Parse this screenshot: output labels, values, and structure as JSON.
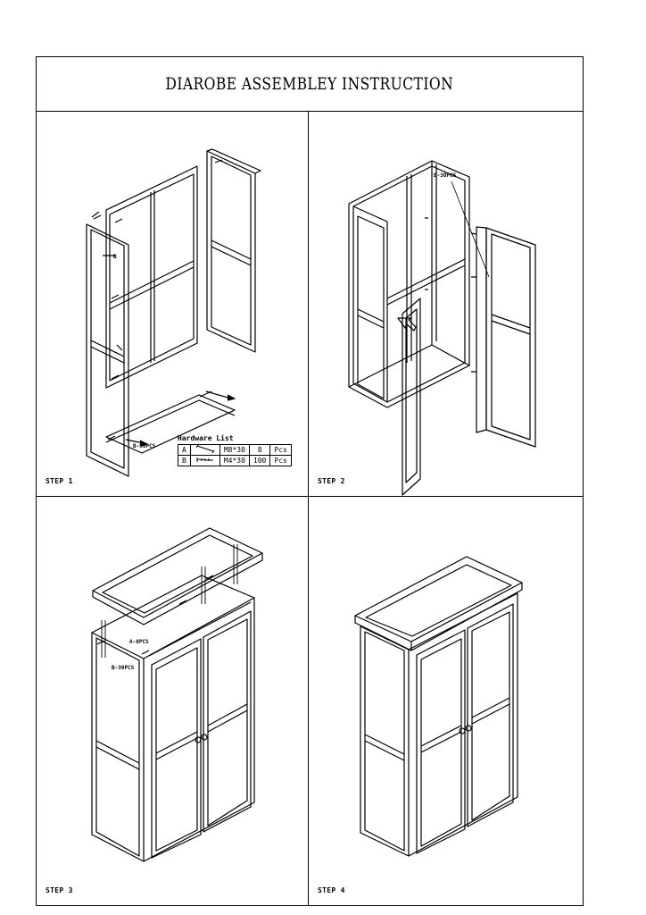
{
  "title": "DIAROBE ASSEMBLEY INSTRUCTION",
  "steps": [
    {
      "label": "STEP 1"
    },
    {
      "label": "STEP 2"
    },
    {
      "label": "STEP 3"
    },
    {
      "label": "STEP 4"
    }
  ],
  "hardware": {
    "title": "Hardware List",
    "rows": [
      {
        "id": "A",
        "icon": "dowel-icon",
        "size": "M8*30",
        "qty": "8",
        "unit": "Pcs"
      },
      {
        "id": "B",
        "icon": "screw-icon",
        "size": "M4*30",
        "qty": "100",
        "unit": "Pcs"
      }
    ]
  },
  "callouts": {
    "step1_a": "B",
    "step1_b": "B-90PCS",
    "step2": "B-30PCS",
    "step3_a": "A-8PCS",
    "step3_b": "B-30PCS"
  }
}
